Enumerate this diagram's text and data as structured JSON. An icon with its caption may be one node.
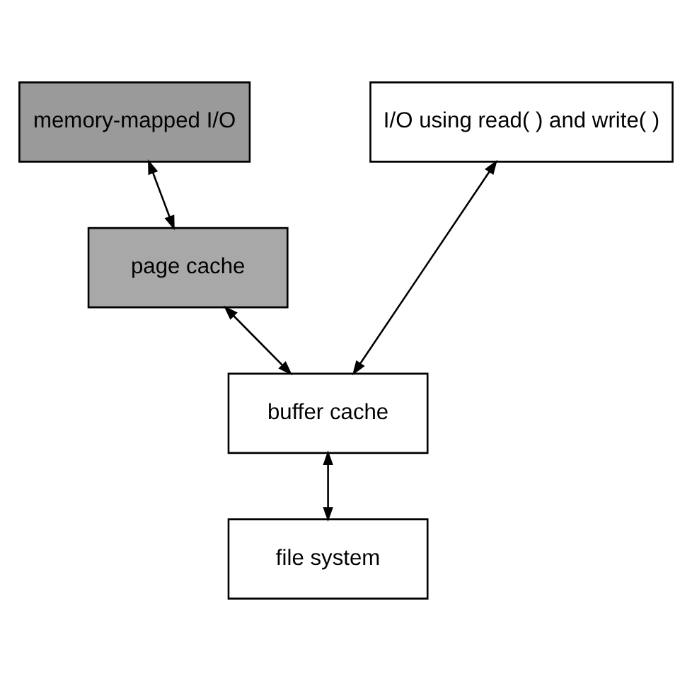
{
  "diagram": {
    "nodes": [
      {
        "text": [
          "memory-mapped I/O"
        ]
      },
      {
        "text": [
          "I/O using read( ) and write( )"
        ]
      },
      {
        "text": [
          "page cache"
        ]
      },
      {
        "text": [
          "buffer cache"
        ]
      },
      {
        "text": [
          "file system"
        ]
      }
    ],
    "edges": [
      {
        "from": 0,
        "to": 2,
        "arrow": "both"
      },
      {
        "from": 2,
        "to": 3,
        "arrow": "both"
      },
      {
        "from": 1,
        "to": 3,
        "arrow": "both"
      },
      {
        "from": 3,
        "to": 4,
        "arrow": "both"
      }
    ]
  }
}
